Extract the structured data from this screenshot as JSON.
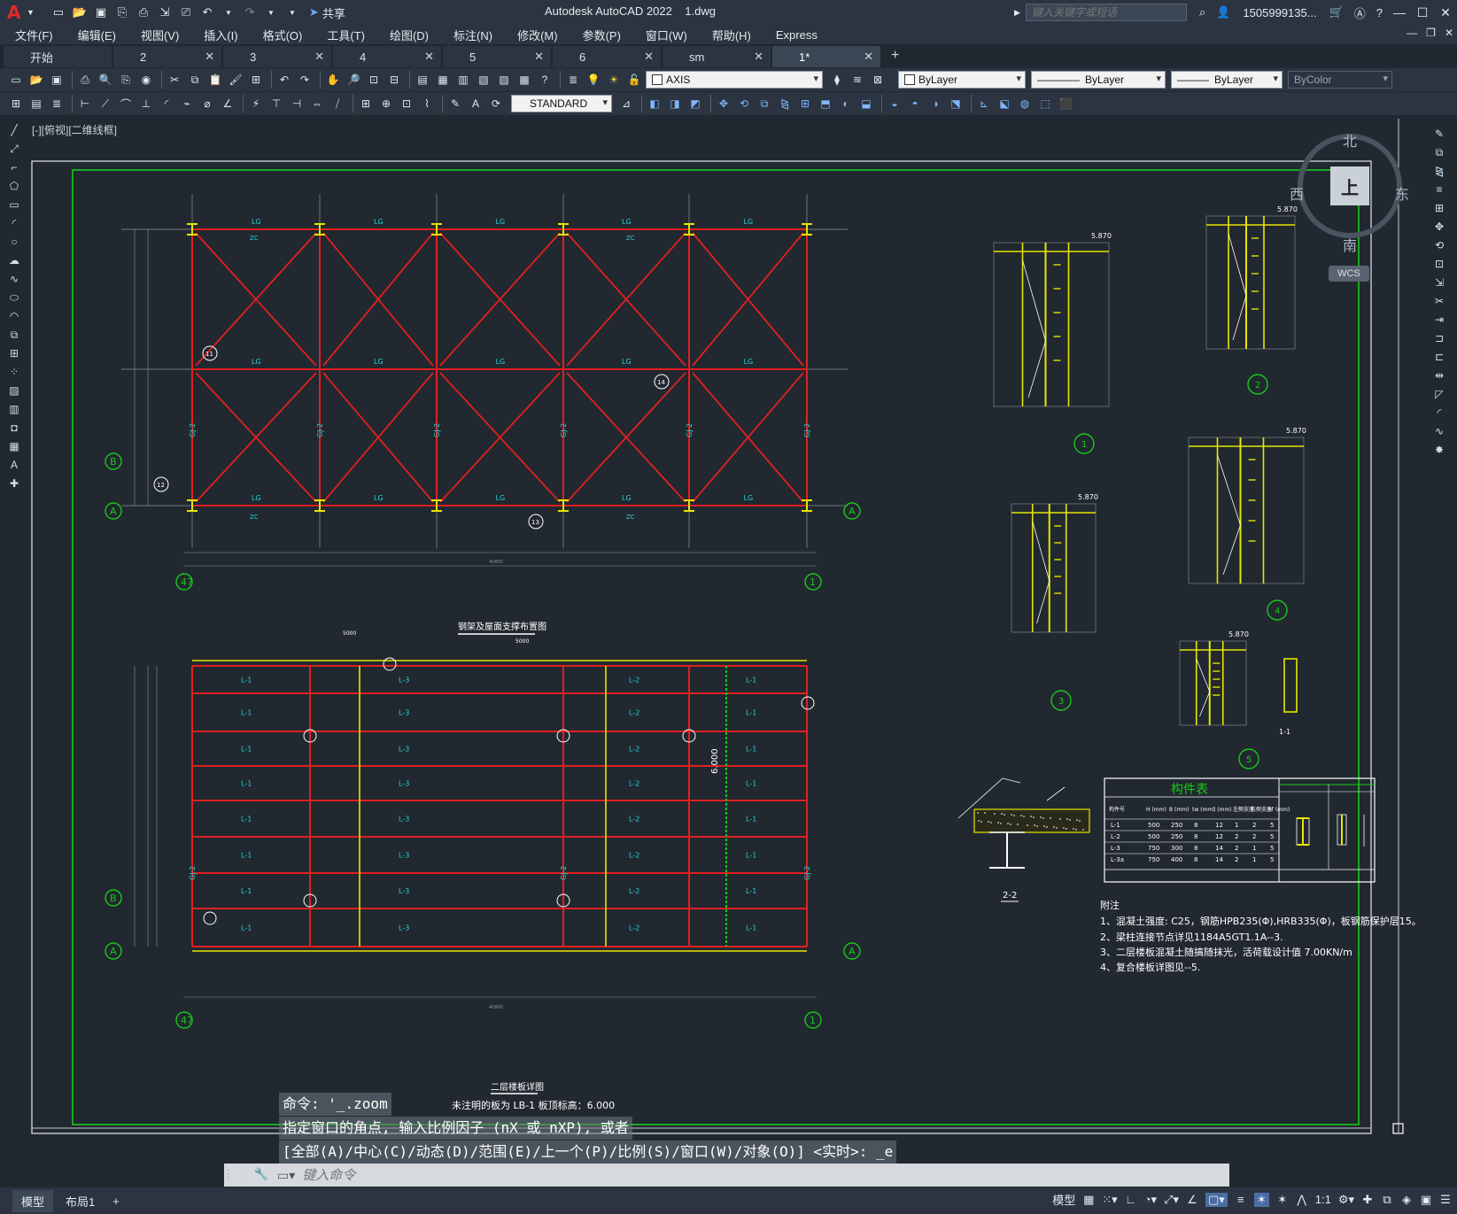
{
  "app": {
    "logo": "A",
    "title": "Autodesk AutoCAD 2022    1.dwg",
    "search_placeholder": "键入关键字或短语",
    "user": "1505999135...",
    "share_label": "共享",
    "qat_icons": [
      "new-icon",
      "open-icon",
      "save-icon",
      "saveas-icon",
      "publish-icon",
      "plot-icon",
      "undo-icon",
      "redo-icon"
    ]
  },
  "menu": [
    "文件(F)",
    "编辑(E)",
    "视图(V)",
    "插入(I)",
    "格式(O)",
    "工具(T)",
    "绘图(D)",
    "标注(N)",
    "修改(M)",
    "参数(P)",
    "窗口(W)",
    "帮助(H)",
    "Express"
  ],
  "tabs": [
    {
      "label": "开始",
      "active": false
    },
    {
      "label": "2",
      "active": false
    },
    {
      "label": "3",
      "active": false
    },
    {
      "label": "4",
      "active": false
    },
    {
      "label": "5",
      "active": false
    },
    {
      "label": "6",
      "active": false
    },
    {
      "label": "sm",
      "active": false
    },
    {
      "label": "1*",
      "active": true
    }
  ],
  "toolbar": {
    "layer_value": "AXIS",
    "color_value": "ByLayer",
    "linetype_value": "ByLayer",
    "lineweight_value": "ByLayer",
    "plotstyle_value": "ByColor",
    "textstyle_value": "STANDARD"
  },
  "viewport": {
    "label": "[-][俯视][二维线框]",
    "viewcube": {
      "north": "北",
      "south": "南",
      "east": "东",
      "west": "西",
      "top": "上",
      "wcs": "WCS"
    }
  },
  "drawing": {
    "plan1_title": "钢架及屋面支撑布置图",
    "plan2_title": "二层楼板详图",
    "plan2_subtitle": "未注明的板为 LB-1  板顶标高：6.000",
    "member_table_title": "构件表",
    "member_table_headers": [
      "构件号",
      "H (mm)",
      "B (mm)",
      "tw (mm)",
      "t (mm)",
      "左侧支座",
      "右侧支座",
      "hf (mm)"
    ],
    "member_table_rows": [
      [
        "L-1",
        "500",
        "250",
        "8",
        "12",
        "1",
        "2",
        "5"
      ],
      [
        "L-2",
        "500",
        "250",
        "8",
        "12",
        "2",
        "2",
        "5"
      ],
      [
        "L-3",
        "750",
        "300",
        "8",
        "14",
        "2",
        "1",
        "5"
      ],
      [
        "L-3a",
        "750",
        "400",
        "8",
        "14",
        "2",
        "1",
        "5"
      ]
    ],
    "notes_title": "附注",
    "notes": [
      "1、混凝土强度: C25，钢筋HPB235(Φ),HRB335(Φ)，板钢筋保护层15。",
      "2、梁柱连接节点详见1184A5GT1.1A--3.",
      "3、二层楼板混凝土随搞随抹光，活荷载设计值 7.00KN/m",
      "4、复合楼板详图见--5."
    ],
    "section_label": "2-2",
    "section_label2": "1-1",
    "elev": "5.870",
    "elev2": "6.000",
    "grid_A": "A",
    "grid_B": "B",
    "grid_1": "1",
    "grid_47": "47",
    "detail_numbers": [
      "1",
      "2",
      "3",
      "4",
      "5"
    ],
    "dim_total": "40800",
    "dim_5000": "5000"
  },
  "command": {
    "history": [
      "命令: '_.zoom",
      "指定窗口的角点, 输入比例因子 (nX 或 nXP), 或者",
      "[全部(A)/中心(C)/动态(D)/范围(E)/上一个(P)/比例(S)/窗口(W)/对象(O)] <实时>: _e"
    ],
    "input_placeholder": "键入命令"
  },
  "status": {
    "layout_tabs": [
      "模型",
      "布局1"
    ],
    "model_label": "模型",
    "scale": "1:1"
  },
  "colors": {
    "background": "#212830",
    "red_member": "#e02020",
    "yellow_column": "#e6e600",
    "cyan_text": "#27d3d3",
    "green_border": "#19c819"
  }
}
